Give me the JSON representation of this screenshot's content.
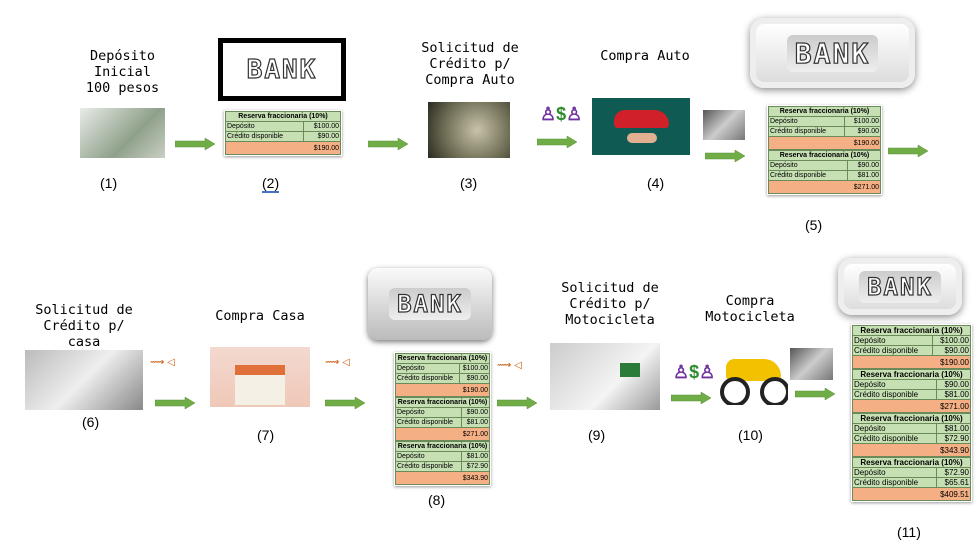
{
  "steps": [
    {
      "num": "(1)",
      "title": "Depósito\nInicial\n100 pesos"
    },
    {
      "num": "(2)"
    },
    {
      "num": "(3)",
      "title": "Solicitud de\nCrédito p/\nCompra Auto"
    },
    {
      "num": "(4)",
      "title": "Compra Auto"
    },
    {
      "num": "(5)"
    },
    {
      "num": "(6)",
      "title": "Solicitud de\nCrédito p/\ncasa"
    },
    {
      "num": "(7)",
      "title": "Compra Casa"
    },
    {
      "num": "(8)"
    },
    {
      "num": "(9)",
      "title": "Solicitud de\nCrédito p/\nMotocicleta"
    },
    {
      "num": "(10)",
      "title": "Compra\nMotocicleta"
    },
    {
      "num": "(11)"
    }
  ],
  "bank_label": "BANK",
  "table_header": "Reserva fraccionaria (10%)",
  "row_labels": {
    "deposit": "Depósito",
    "credit": "Crédito disponible"
  },
  "ledger": [
    {
      "deposit": "$100.00",
      "credit": "$90.00",
      "total": "$190.00"
    },
    {
      "deposit": "$90.00",
      "credit": "$81.00",
      "total": "$271.00"
    },
    {
      "deposit": "$81.00",
      "credit": "$72.90",
      "total": "$343.90"
    },
    {
      "deposit": "$72.90",
      "credit": "$65.61",
      "total": "$409.51"
    }
  ],
  "colors": {
    "arrow": "#70ad47",
    "header": "#c6e0b4",
    "total": "#f4b084"
  }
}
